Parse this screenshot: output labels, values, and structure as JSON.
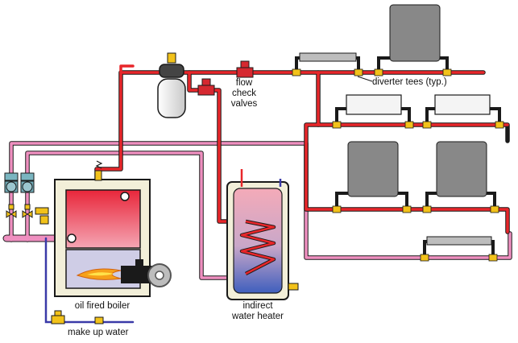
{
  "labels": {
    "flow_check_valves": [
      "flow",
      "check",
      "valves"
    ],
    "diverter_tees": "diverter tees (typ.)",
    "oil_fired_boiler": "oil fired boiler",
    "indirect_water_heater": [
      "indirect",
      "water heater"
    ],
    "make_up_water": "make up water"
  },
  "colors": {
    "supply_pipe": "#e8262a",
    "return_pipe": "#ef8fc0",
    "cold_water_pipe": "#3a3aa8",
    "pipe_outline": "#1a1a1a",
    "fitting_yellow": "#f2c21a",
    "boiler_body": "#f2efd9",
    "burner_flame": "#f6a11a",
    "tank_blue": "#2e54b6"
  },
  "icons": [
    "expansion-tank-icon",
    "air-vent-icon",
    "circulator-pump-icon",
    "zone-valve-icon",
    "flow-check-valve-icon",
    "radiator-icon",
    "baseboard-icon",
    "burner-icon",
    "flame-icon",
    "pressure-relief-valve-icon",
    "drain-valve-icon",
    "pressure-reducing-valve-icon"
  ]
}
